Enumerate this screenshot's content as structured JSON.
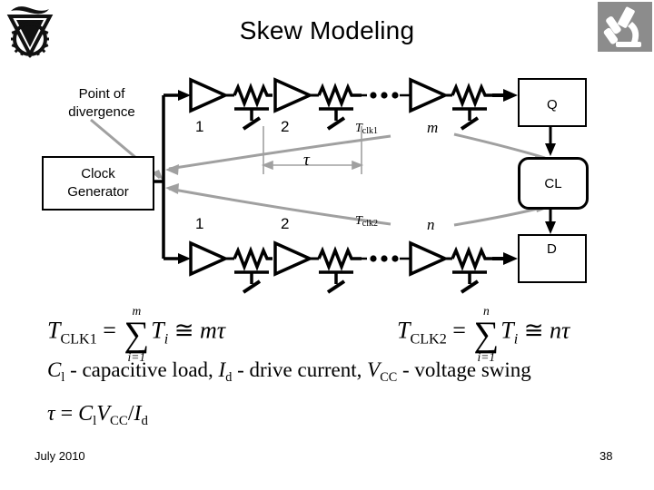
{
  "header": {
    "title": "Skew Modeling",
    "left_logo_name": "technion-logo",
    "right_logo_name": "microscope-logo"
  },
  "diagram": {
    "point_of_divergence_label": "Point of\ndivergence",
    "point_of_divergence_line1": "Point of",
    "point_of_divergence_line2": "divergence",
    "clock_generator_line1": "Clock",
    "clock_generator_line2": "Generator",
    "top_chain": {
      "stage_1": "1",
      "stage_2": "2",
      "stage_last": "m",
      "ellipsis": "• • •",
      "delay_label_prefix": "T",
      "delay_label_sub": "clk1"
    },
    "bottom_chain": {
      "stage_1": "1",
      "stage_2": "2",
      "stage_last": "n",
      "ellipsis": "• • •",
      "delay_label_prefix": "T",
      "delay_label_sub": "clk2"
    },
    "tau_dimension_label": "τ",
    "register_q": "Q",
    "register_d": "D",
    "capacitive_load_block": "CL",
    "colors": {
      "ink": "#000000",
      "annotation_gray": "#a0a0a0",
      "logo_gray": "#8c8c8c"
    }
  },
  "equations": {
    "tclk1": {
      "lhs_base": "T",
      "lhs_sub": "CLK1",
      "eq": "=",
      "sum_upper": "m",
      "sum_lower": "i=1",
      "sum_sym": "∑",
      "term_base": "T",
      "term_sub": "i",
      "approx": "≅",
      "rhs": "mτ"
    },
    "tclk2": {
      "lhs_base": "T",
      "lhs_sub": "CLK2",
      "eq": "=",
      "sum_upper": "n",
      "sum_lower": "i=1",
      "sum_sym": "∑",
      "term_base": "T",
      "term_sub": "i",
      "approx": "≅",
      "rhs": "nτ"
    },
    "legend": {
      "cl_base": "C",
      "cl_sub": "l",
      "cl_text": " - capacitive load,   ",
      "id_base": "I",
      "id_sub": "d",
      "id_text": " - drive current,   ",
      "vcc_base": "V",
      "vcc_sub": "CC",
      "vcc_text": " - voltage swing"
    },
    "tau": {
      "lhs": "τ",
      "eq": "=",
      "c_base": "C",
      "c_sub": "l",
      "v_base": "V",
      "v_sub": "CC",
      "slash": "/",
      "i_base": "I",
      "i_sub": "d"
    }
  },
  "footer": {
    "date": "July 2010",
    "page": "38"
  }
}
